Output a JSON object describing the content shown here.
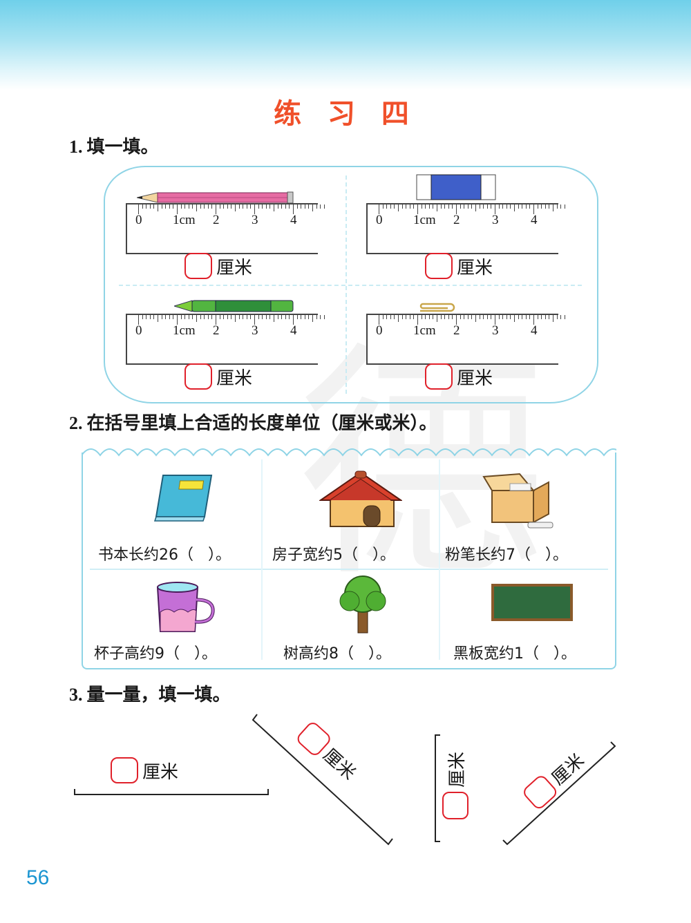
{
  "page": {
    "title": "练 习 四",
    "page_number": "56",
    "watermark": "德"
  },
  "q1": {
    "number": "1.",
    "prompt": "填一填。",
    "ruler_labels": [
      "0",
      "1cm",
      "2",
      "3",
      "4"
    ],
    "unit": "厘米",
    "items": [
      {
        "object": "pencil-icon"
      },
      {
        "object": "eraser-icon"
      },
      {
        "object": "crayon-icon"
      },
      {
        "object": "paperclip-icon"
      }
    ]
  },
  "q2": {
    "number": "2.",
    "prompt": "在括号里填上合适的长度单位（厘米或米）。",
    "items": [
      {
        "object": "book-icon",
        "sentence": "书本长约26（   ）。"
      },
      {
        "object": "house-icon",
        "sentence": "房子宽约5（   ）。"
      },
      {
        "object": "chalk-box-icon",
        "sentence": "粉笔长约7（   ）。"
      },
      {
        "object": "cup-icon",
        "sentence": "杯子高约9（   ）。"
      },
      {
        "object": "tree-icon",
        "sentence": "树高约8（   ）。"
      },
      {
        "object": "blackboard-icon",
        "sentence": "黑板宽约1（   ）。"
      }
    ]
  },
  "q3": {
    "number": "3.",
    "prompt": "量一量，填一填。",
    "unit": "厘米"
  },
  "colors": {
    "title": "#f0502a",
    "frame": "#8fd4e6",
    "answer_box": "#e0202a",
    "page_number": "#1b95d1"
  }
}
